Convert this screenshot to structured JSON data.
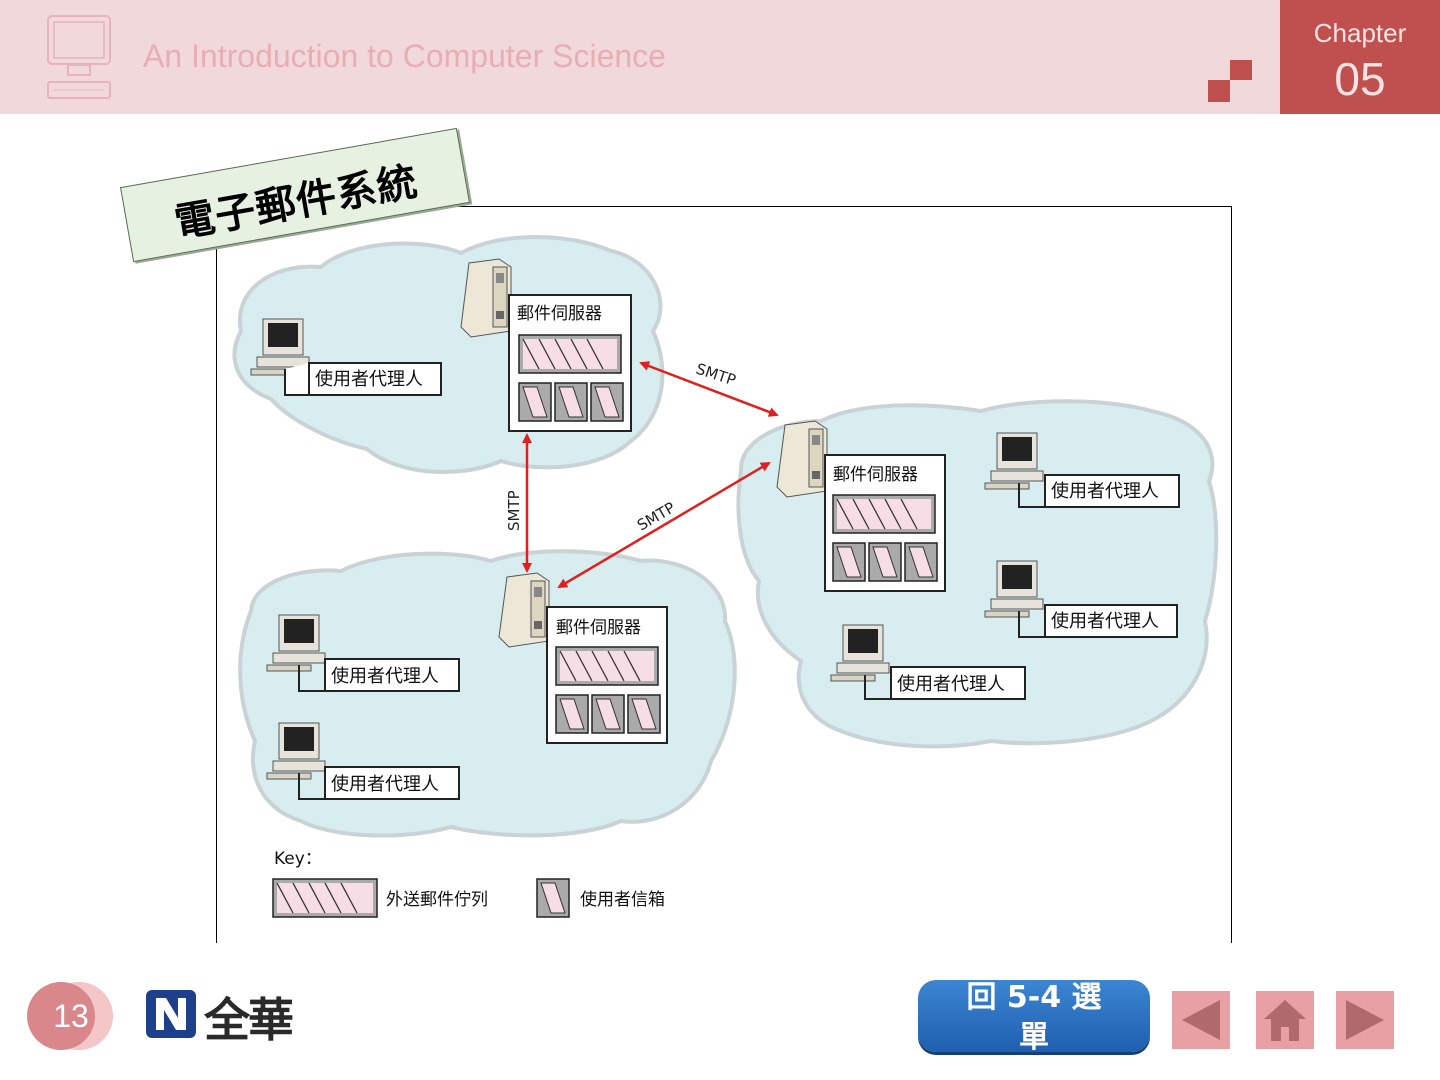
{
  "header": {
    "title": "An Introduction to Computer Science",
    "chapter_label": "Chapter",
    "chapter_number": "05"
  },
  "slide": {
    "title": "電子郵件系統"
  },
  "diagram": {
    "server_label": "郵件伺服器",
    "user_agent_label": "使用者代理人",
    "protocol_label": "SMTP",
    "key_label": "Key：",
    "legend_queue": "外送郵件佇列",
    "legend_mailbox": "使用者信箱"
  },
  "footer": {
    "page_number": "13",
    "publisher": "全華",
    "back_button": "回 5-4 選單"
  },
  "colors": {
    "header_bg": "#f1d9db",
    "chapter_bg": "#c0504d",
    "cloud_fill": "#d7edf0",
    "arrow": "#e02020",
    "nav_button": "#e8a0a4",
    "back_button": "#2d73c3"
  },
  "icons": [
    "computer-icon",
    "server-icon",
    "prev-arrow-icon",
    "home-icon",
    "next-arrow-icon",
    "publisher-logo-icon"
  ]
}
